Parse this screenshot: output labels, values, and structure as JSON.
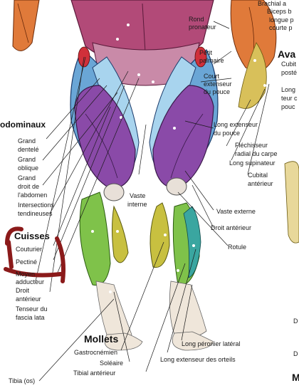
{
  "colors": {
    "chest": "#b24a78",
    "blue_muscle": "#6aa6d6",
    "purple_muscle": "#8a4aa8",
    "green_muscle": "#7fc24a",
    "teal_muscle": "#3aa6a0",
    "orange_muscle": "#e07a3a",
    "marker_red": "#8b1a1a"
  },
  "labels": {
    "brachial": "Brachial a",
    "biceps": "Biceps b",
    "longue_p": "longue p",
    "courte_p": "courte p",
    "rond_pronateur_1": "Rond",
    "rond_pronateur_2": "pronateur",
    "ava": "Ava",
    "cubit": "Cubit",
    "poste": "posté",
    "petit_palmaire_1": "Petit",
    "petit_palmaire_2": "palmaire",
    "court_ext_1": "Court",
    "court_ext_2": "extenseur",
    "court_ext_3": "du pouce",
    "long_1": "Long",
    "long_2": "teur c",
    "long_3": "pouc",
    "abdominaux": "odominaux",
    "grand_dentele_1": "Grand",
    "grand_dentele_2": "dentelé",
    "grand_oblique_1": "Grand",
    "grand_oblique_2": "oblique",
    "grand_droit_1": "Grand",
    "grand_droit_2": "droit de",
    "grand_droit_3": "l'abdomen",
    "intersections_1": "Intersections",
    "intersections_2": "tendineuses",
    "long_ext_pouce_1": "Long extenseur",
    "long_ext_pouce_2": "du pouce",
    "flechisseur_1": "Fléchisseur",
    "flechisseur_2": "radial du carpe",
    "long_supinateur": "Long supinateur",
    "cubital_1": "Cubital",
    "cubital_2": "antérieur",
    "vaste_interne_1": "Vaste",
    "vaste_interne_2": "interne",
    "vaste_externe": "Vaste externe",
    "droit_anterieur": "Droit antérieur",
    "rotule": "Rotule",
    "cuisses": "Cuisses",
    "couturier": "Couturier",
    "pectine": "Pectiné",
    "moyen_1": "Moyen",
    "moyen_2": "adducteur",
    "droit_ant_1": "Droit",
    "droit_ant_2": "antérieur",
    "tenseur_1": "Tenseur du",
    "tenseur_2": "fascia lata",
    "mollets": "Mollets",
    "gastrocnemien": "Gastrocnémien",
    "soleaire": "Soléaire",
    "tibial_anterieur": "Tibial antérieur",
    "long_peronier": "Long péronier latéral",
    "long_ext_orteils": "Long extenseur des orteils",
    "tibia": "Tibia (os)",
    "right_d1": "D",
    "right_d2": "D",
    "right_m": "M"
  }
}
